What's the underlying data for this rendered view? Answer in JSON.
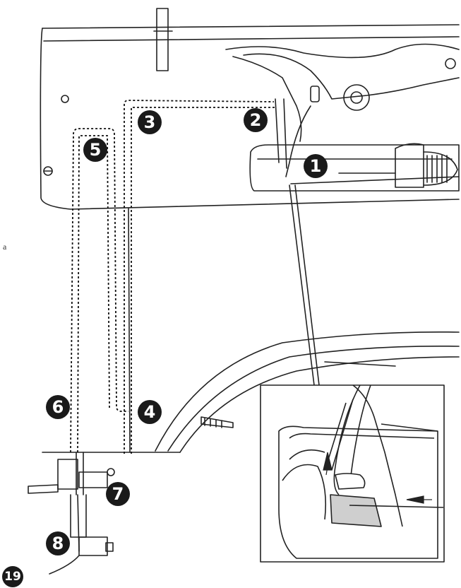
{
  "steps": [
    {
      "number": "1"
    },
    {
      "number": "2"
    },
    {
      "number": "3"
    },
    {
      "number": "4"
    },
    {
      "number": "5"
    },
    {
      "number": "6"
    },
    {
      "number": "7"
    },
    {
      "number": "8"
    }
  ],
  "page_number": "19",
  "margin_text": "a",
  "colors": {
    "ink": "#1a1a1a",
    "line": "#222222",
    "shade": "#cfcfcf"
  }
}
